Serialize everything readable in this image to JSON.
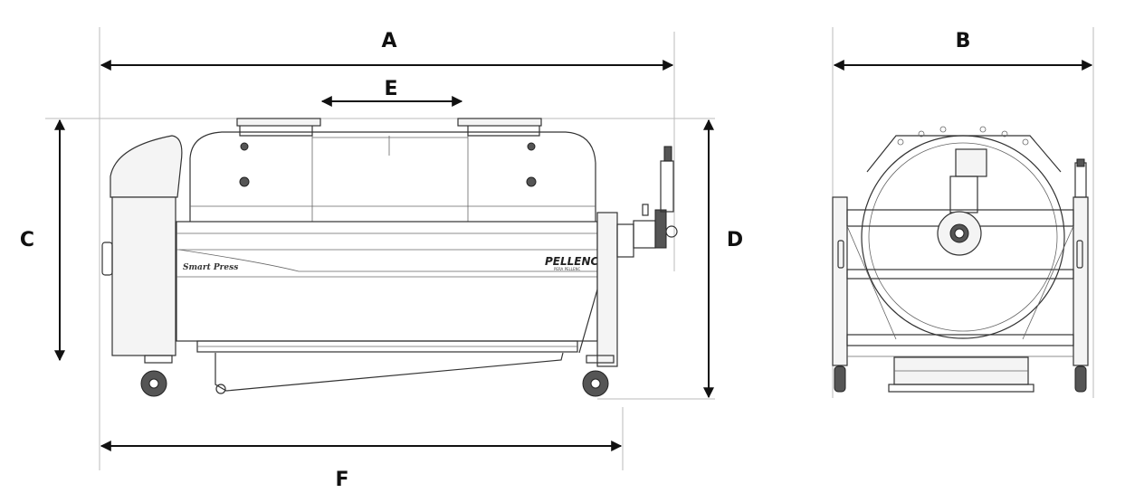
{
  "dimensions": {
    "A": "A",
    "B": "B",
    "C": "C",
    "D": "D",
    "E": "E",
    "F": "F"
  },
  "machine": {
    "brand": "PELLENC",
    "brand_sub": "PERA PELLENC",
    "model": "Smart Press"
  },
  "colors": {
    "line": "#111111",
    "extension": "#bbbbbb",
    "background": "#ffffff"
  }
}
